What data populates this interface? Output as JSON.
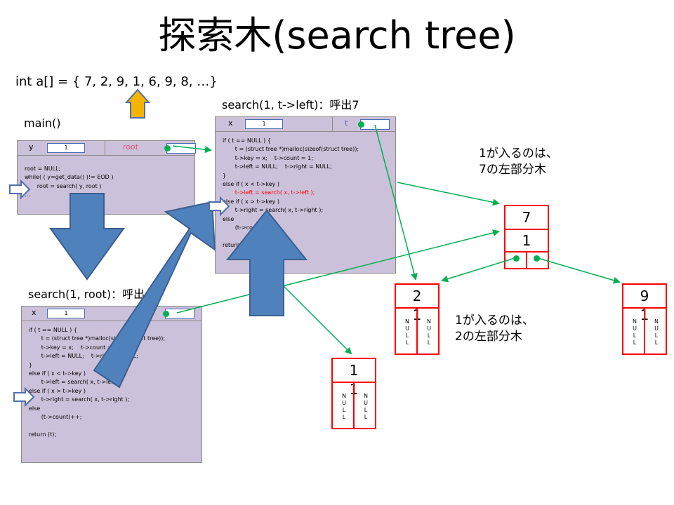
{
  "title": "探索木(search tree)",
  "array_def": "int a[] = { 7, 2, 9, 1, 6, 9, 8, …}",
  "frames": {
    "main": {
      "label": "main()",
      "var_name": "y",
      "var_value": "1",
      "ptr_name": "root",
      "code": "root = NULL;\nwhile( ( y=get_data() )!= EOD )\n       root = search( y, root )\n…"
    },
    "search_root": {
      "label": "search(1, root)：呼出",
      "var_name": "x",
      "var_value": "1",
      "code": "if ( t == NULL ) {\n       t = (struct tree *)malloc(sizeof(struct tree));\n       t->key = x;    t->count = 1;\n       t->left = NULL;    t->right = NULL;\n}\nelse if ( x < t->key )\n       t->left = search( x, t->left );\nelse if ( x > t->key )\n       t->right = search( x, t->right );\nelse\n       (t->count)++;\n\nreturn (t);"
    },
    "search_left": {
      "label": "search(1, t->left)：呼出7",
      "var_name": "x",
      "var_value": "1",
      "ptr_name": "t",
      "code_before": "if ( t == NULL ) {\n       t = (struct tree *)malloc(sizeof(struct tree));\n       t->key = x;    t->count = 1;\n       t->left = NULL;    t->right = NULL;\n}\nelse if ( x < t->key )",
      "code_highlight": "       t->left = search( x, t->left );",
      "code_after": "else if ( x > t->key )\n       t->right = search( x, t->right );\nelse\n       (t->count)++;\n\nreturn (t);"
    }
  },
  "nodes": {
    "n7": {
      "key": "7",
      "count": "1"
    },
    "n2": {
      "key": "2",
      "count": "1",
      "left": "NULL",
      "right": "NULL"
    },
    "n9": {
      "key": "9",
      "count": "1",
      "left": "NULL",
      "right": "NULL"
    },
    "n1": {
      "key": "1",
      "count": "1",
      "left": "NULL",
      "right": "NULL"
    }
  },
  "notes": {
    "note7": "1が入るのは、\n7の左部分木",
    "note2": "1が入るのは、\n2の左部分木"
  },
  "colors": {
    "frame_fill": "#ccc1da",
    "big_arrow": "#4f81bd",
    "small_arrow": "#f5b400",
    "link": "#00b050",
    "node_border": "#ff0000",
    "pointer_box": "#4a6fb0"
  }
}
